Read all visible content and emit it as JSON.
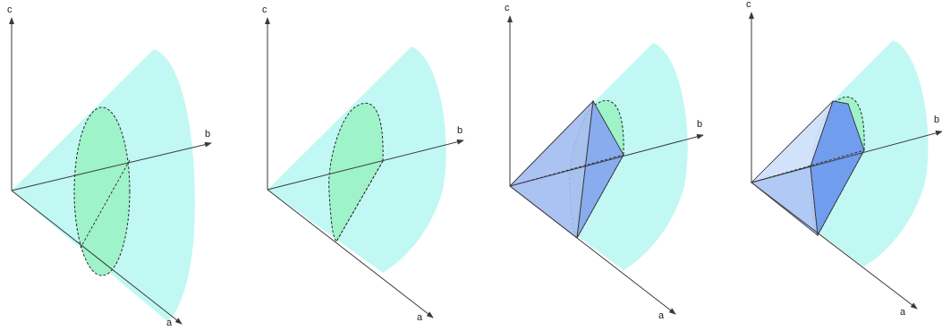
{
  "colors": {
    "cone": "#c2f8f4",
    "ellipse_fill": "#9ff3c9",
    "ellipse_edge": "#2a2a2a",
    "polytope_light": "#c9d8f8",
    "polytope_mid": "#a9bdf2",
    "polytope_dark": "#6f98f0",
    "axis": "#3a3a3a",
    "edge": "#333333"
  },
  "axis_labels": {
    "a": "a",
    "b": "b",
    "c": "c"
  },
  "panels": [
    {
      "id": "panel-1",
      "cone_style": "full-cone",
      "section": "ellipse-with-diagonal",
      "polytope": "none"
    },
    {
      "id": "panel-2",
      "cone_style": "half-cone",
      "section": "half-ellipse",
      "polytope": "none"
    },
    {
      "id": "panel-3",
      "cone_style": "half-cone",
      "section": "half-ellipse",
      "polytope": "pyramid"
    },
    {
      "id": "panel-4",
      "cone_style": "half-cone",
      "section": "half-ellipse",
      "polytope": "pyramid-refined"
    }
  ]
}
